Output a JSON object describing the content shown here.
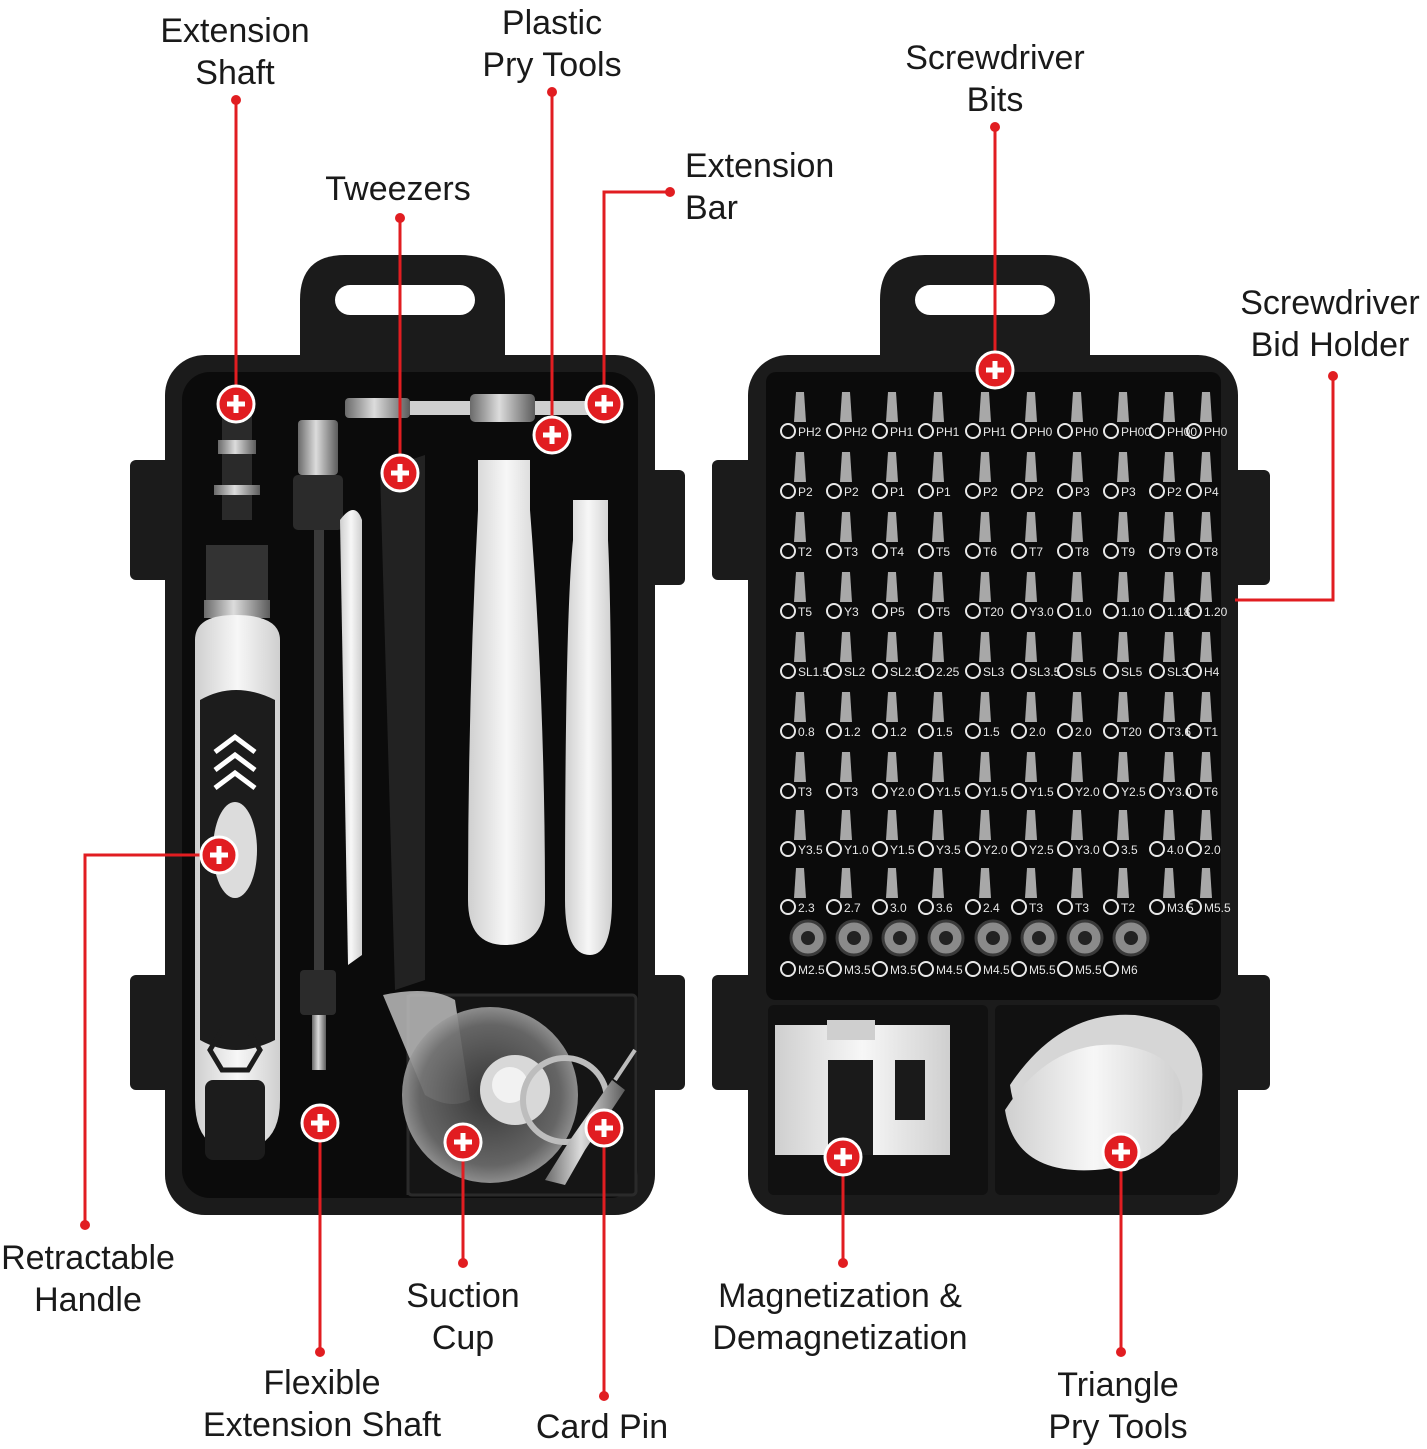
{
  "colors": {
    "accent": "#e11d21",
    "case": "#1b1b1b",
    "tray": "#0d0d0d",
    "plastic_white": "#ececec",
    "metal": "#b9b9b9"
  },
  "icons": {
    "callout_marker": "plus-circle-icon"
  },
  "labels": {
    "extension_shaft": [
      "Extension",
      "Shaft"
    ],
    "plastic_pry_tools": [
      "Plastic",
      "Pry Tools"
    ],
    "screwdriver_bits": [
      "Screwdriver",
      "Bits"
    ],
    "tweezers": [
      "Tweezers"
    ],
    "extension_bar": [
      "Extension",
      "Bar"
    ],
    "screwdriver_bit_holder": [
      "Screwdriver",
      "Bid Holder"
    ],
    "retractable_handle": [
      "Retractable",
      "Handle"
    ],
    "suction_cup": [
      "Suction",
      "Cup"
    ],
    "magnetization": [
      "Magnetization &",
      "Demagnetization"
    ],
    "flexible_extension_shaft": [
      "Flexible",
      "Extension Shaft"
    ],
    "card_pin": [
      "Card Pin"
    ],
    "triangle_pry_tools": [
      "Triangle",
      "Pry Tools"
    ]
  },
  "bit_labels": [
    [
      "PH2",
      "PH2",
      "PH1",
      "PH1",
      "PH1",
      "PH0",
      "PH0",
      "PH00",
      "PH00",
      "PH0"
    ],
    [
      "P2",
      "P2",
      "P1",
      "P1",
      "P2",
      "P2",
      "P3",
      "P3",
      "P2",
      "P4"
    ],
    [
      "T2",
      "T3",
      "T4",
      "T5",
      "T6",
      "T7",
      "T8",
      "T9",
      "T9",
      "T8"
    ],
    [
      "T5",
      "Y3",
      "P5",
      "T5",
      "T20",
      "Y3.0",
      "1.0",
      "1.10",
      "1.18",
      "1.20"
    ],
    [
      "SL1.5",
      "SL2",
      "SL2.5",
      "2.25",
      "SL3",
      "SL3.5",
      "SL5",
      "SL5",
      "SL3",
      "H4"
    ],
    [
      "0.8",
      "1.2",
      "1.2",
      "1.5",
      "1.5",
      "2.0",
      "2.0",
      "T20",
      "T3.6",
      "T1"
    ],
    [
      "T3",
      "T3",
      "Y2.0",
      "Y1.5",
      "Y1.5",
      "Y1.5",
      "Y2.0",
      "Y2.5",
      "Y3.0",
      "T6"
    ],
    [
      "Y3.5",
      "Y1.0",
      "Y1.5",
      "Y3.5",
      "Y2.0",
      "Y2.5",
      "Y3.0",
      "3.5",
      "4.0",
      "2.0"
    ],
    [
      "2.3",
      "2.7",
      "3.0",
      "3.6",
      "2.4",
      "T3",
      "T3",
      "T2",
      "M3.5",
      "M5.5"
    ],
    [
      "M2.5",
      "M3.5",
      "M3.5",
      "M4.5",
      "M4.5",
      "M5.5",
      "M5.5",
      "M6"
    ]
  ]
}
